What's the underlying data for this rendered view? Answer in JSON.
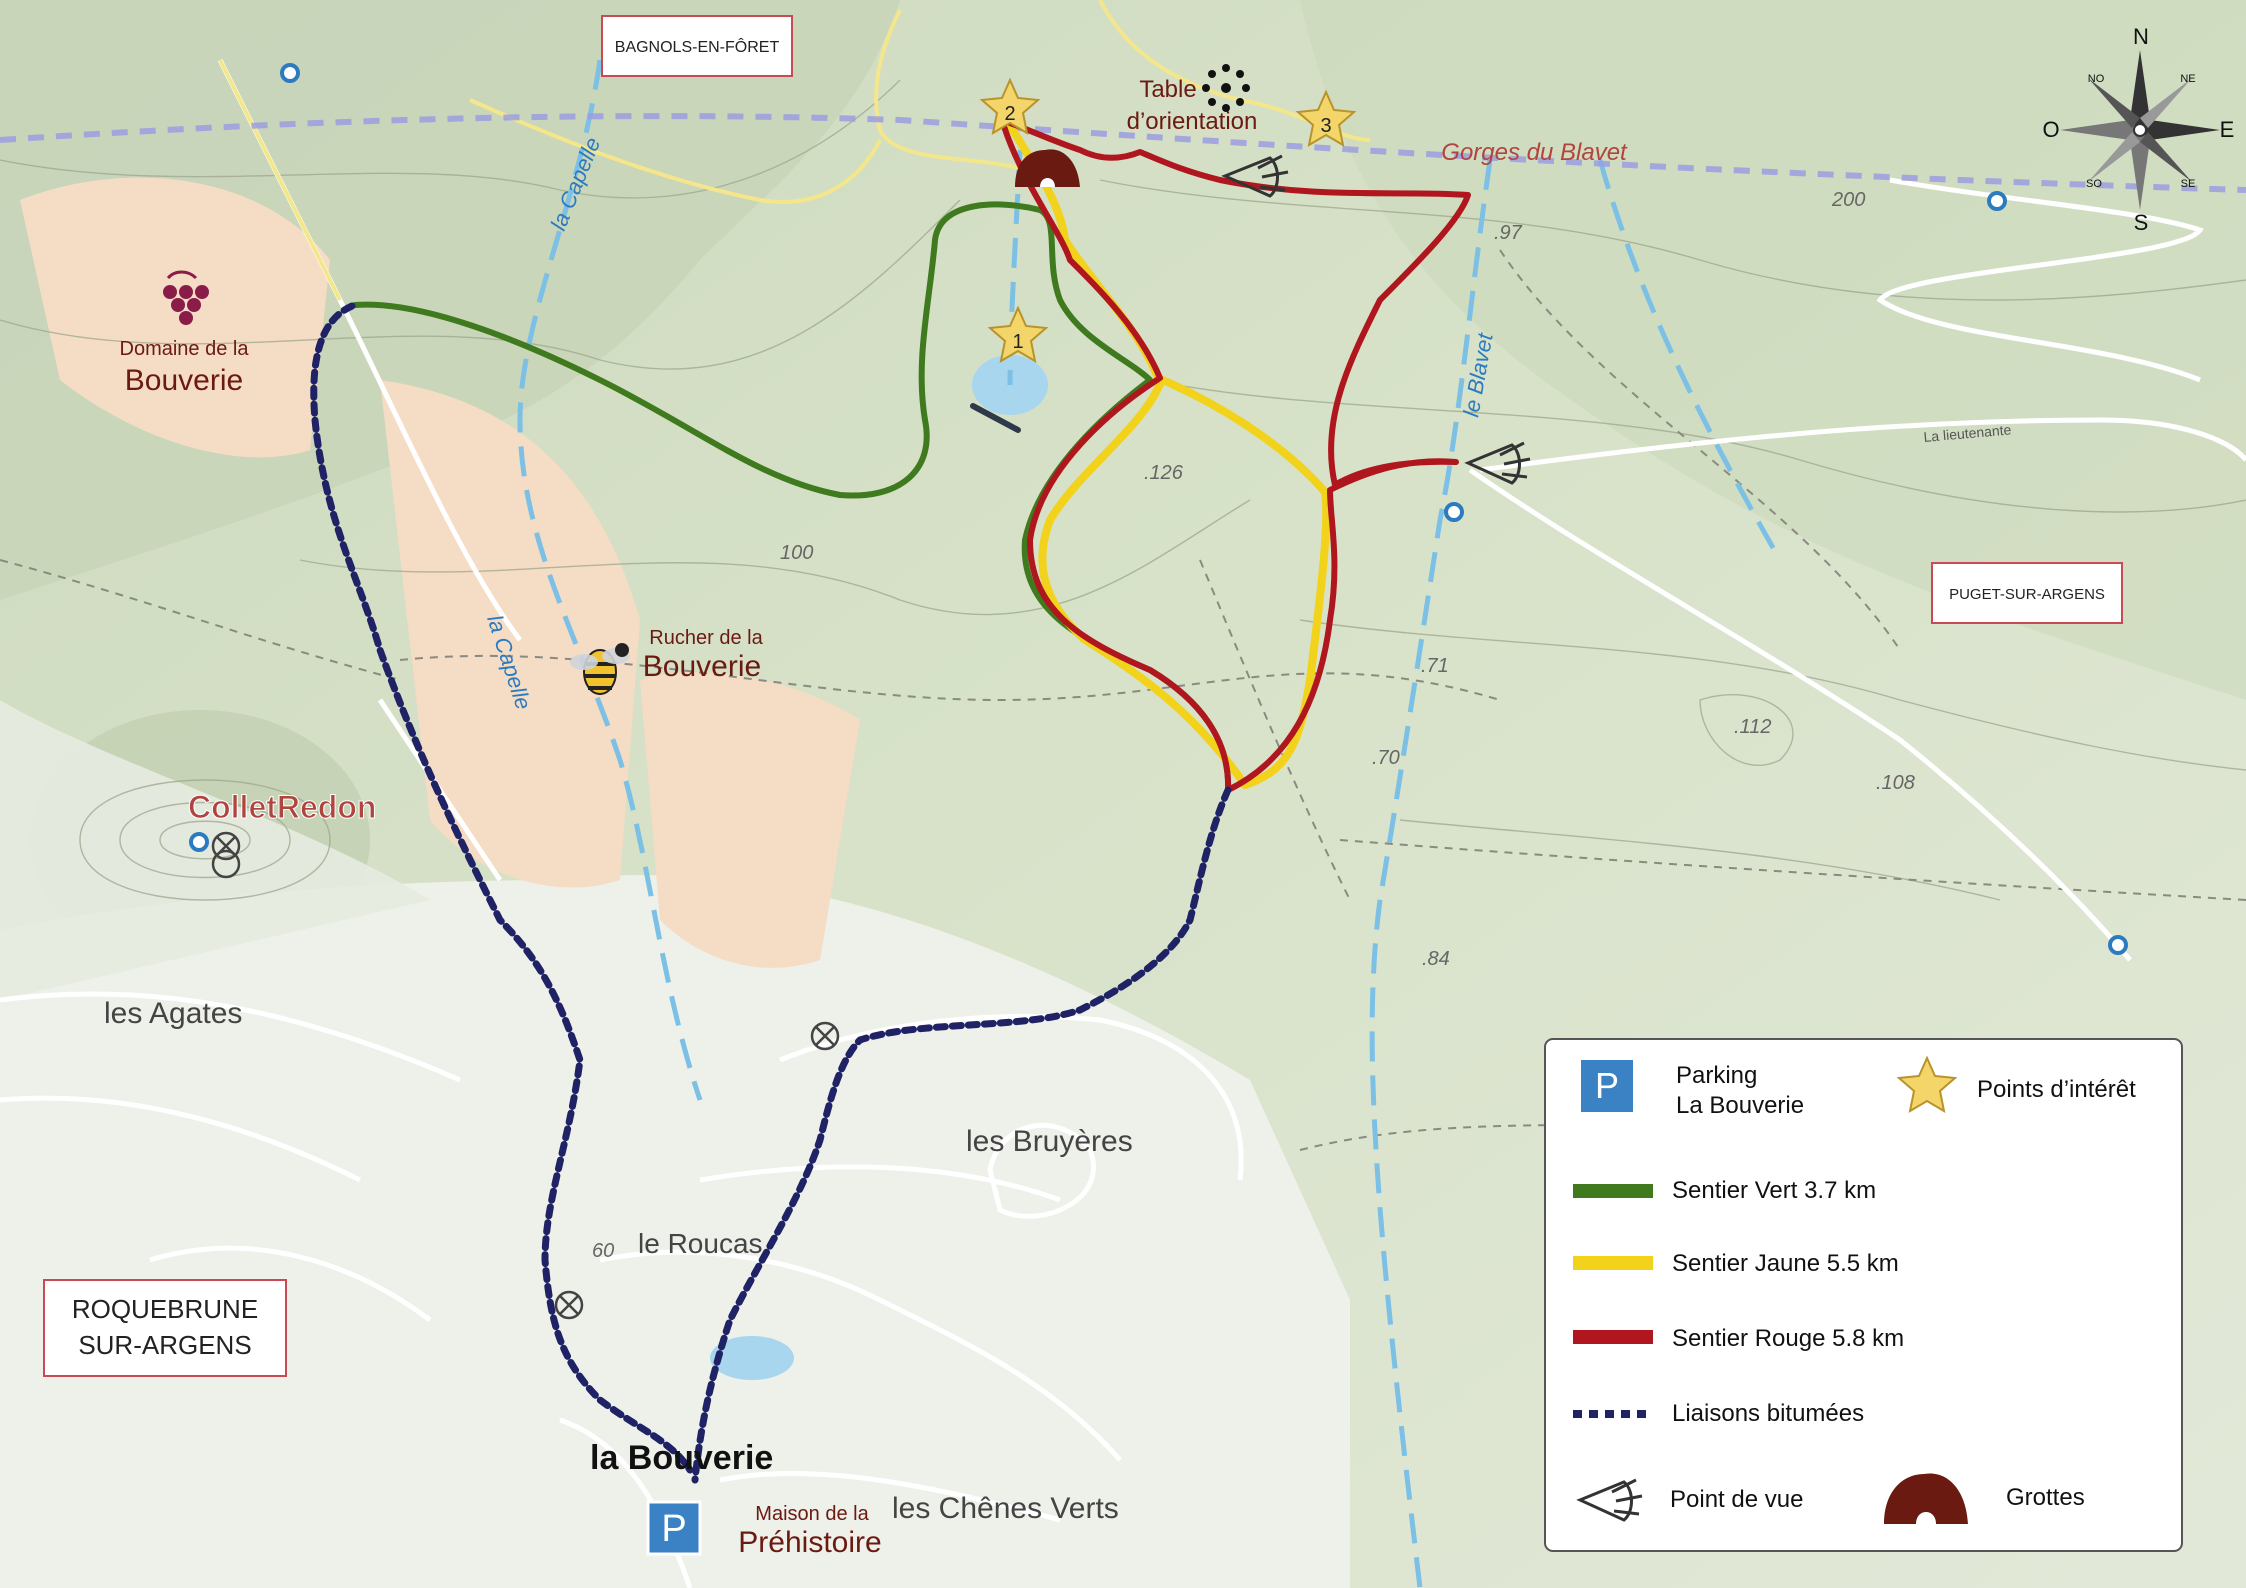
{
  "towns": {
    "bagnols": "BAGNOLS-EN-FÔRET",
    "puget": "PUGET-SUR-ARGENS",
    "roquebrune_1": "ROQUEBRUNE",
    "roquebrune_2": "SUR-ARGENS"
  },
  "places": {
    "domaine_1": "Domaine de la",
    "domaine_2": "Bouverie",
    "rucher_1": "Rucher de la",
    "rucher_2": "Bouverie",
    "collet_1": "Collet",
    "collet_2": "Redon",
    "agates": "les Agates",
    "bruyeres": "les Bruyères",
    "roucas": "le Roucas",
    "bouverie": "la Bouverie",
    "chenes": "les Chênes Verts",
    "maison_1": "Maison de la",
    "maison_2": "Préhistoire",
    "gorges": "Gorges du Blavet",
    "table_1": "Table",
    "table_2": "d’orientation",
    "capelle_1": "la Capelle",
    "capelle_2": "la Capelle",
    "blavet": "le Blavet",
    "lieutenante": "La lieutenante"
  },
  "elevations": {
    "e200": "200",
    "e100": "100",
    "e60": "60",
    "e126": ".126",
    "e97": ".97",
    "e71": ".71",
    "e70": ".70",
    "e112": ".112",
    "e108": ".108",
    "e84": ".84"
  },
  "poi": {
    "p1": "1",
    "p2": "2",
    "p3": "3",
    "parking": "P"
  },
  "compass": {
    "n": "N",
    "s": "S",
    "e": "E",
    "o": "O",
    "no": "NO",
    "ne": "NE",
    "so": "SO",
    "se": "SE"
  },
  "legend": {
    "parking_1": "Parking",
    "parking_2": "La Bouverie",
    "parking_icon": "P",
    "poi": "Points d’intérêt",
    "vert": "Sentier Vert 3.7 km",
    "jaune": "Sentier Jaune 5.5 km",
    "rouge": "Sentier Rouge 5.8 km",
    "liaisons": "Liaisons bitumées",
    "vue": "Point de vue",
    "grottes": "Grottes"
  },
  "colors": {
    "vert": "#3f7a1e",
    "jaune": "#f2d21a",
    "rouge": "#b0161d",
    "liaison": "#1f2366",
    "parking": "#3b82c4",
    "grotte": "#6b1a12"
  }
}
